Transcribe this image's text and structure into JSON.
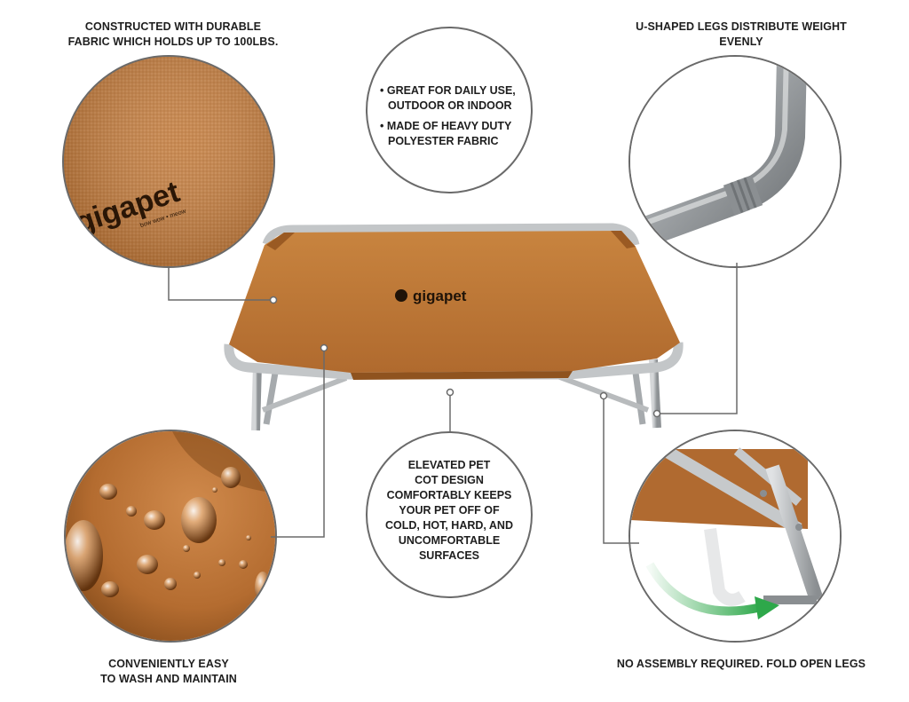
{
  "captions": {
    "top_left": [
      "CONSTRUCTED WITH DURABLE",
      "FABRIC WHICH HOLDS UP TO 100LBS."
    ],
    "top_right": "U-SHAPED LEGS DISTRIBUTE WEIGHT EVENLY",
    "bottom_left": [
      "CONVENIENTLY EASY",
      "TO WASH AND MAINTAIN"
    ],
    "bottom_right": "NO ASSEMBLY REQUIRED. FOLD OPEN LEGS"
  },
  "features_bubble": {
    "item1": [
      "• GREAT FOR DAILY USE,",
      "OUTDOOR OR INDOOR"
    ],
    "item2": [
      "• MADE OF HEAVY DUTY",
      "POLYESTER FABRIC"
    ]
  },
  "elevated_bubble": {
    "lines": [
      "ELEVATED PET",
      "COT DESIGN",
      "COMFORTABLY KEEPS",
      "YOUR PET OFF OF",
      "COLD,  HOT, HARD, AND",
      "UNCOMFORTABLE",
      "SURFACES"
    ]
  },
  "brand": {
    "logo_text": "gigapet",
    "tagline": "bow wow • meow"
  },
  "colors": {
    "fabric": "#c07a3c",
    "fabric_dark": "#a9652c",
    "frame": "#b9bcbf",
    "line": "#6a6a6a",
    "arrow": "#2ea84a"
  }
}
